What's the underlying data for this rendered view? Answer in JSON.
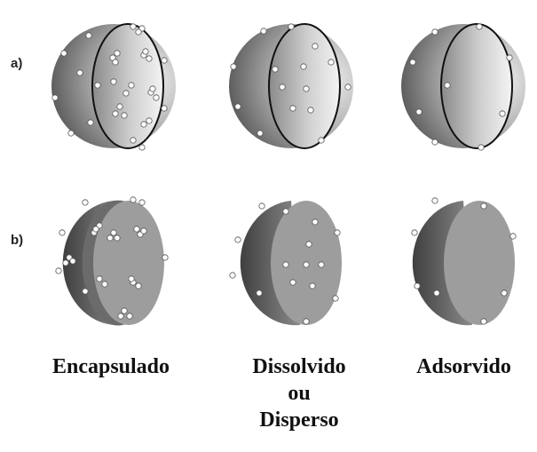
{
  "row_labels": {
    "a": "a)",
    "b": "b)"
  },
  "captions": {
    "encapsulado": [
      "Encapsulado"
    ],
    "dissolvido": [
      "Dissolvido",
      "ou",
      "Disperso"
    ],
    "adsorvido": [
      "Adsorvido"
    ]
  },
  "colors": {
    "sphere_dark": "#5e5e5e",
    "sphere_mid": "#9a9a9a",
    "sphere_light": "#e6e6e6",
    "outline": "#111111",
    "dot_fill": "#ffffff",
    "dot_stroke": "#555555"
  }
}
